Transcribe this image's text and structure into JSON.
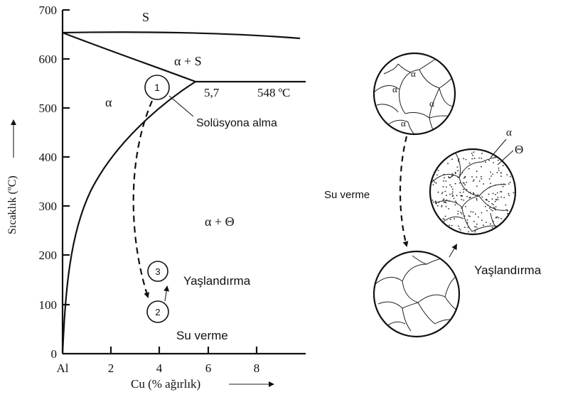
{
  "phase_diagram": {
    "y_axis_label": "Sıcaklık (ºC)",
    "x_axis_label": "Cu (% ağırlık)",
    "y_ticks": [
      "0",
      "100",
      "200",
      "300",
      "400",
      "500",
      "600",
      "700"
    ],
    "x_ticks": [
      "Al",
      "2",
      "4",
      "6",
      "8"
    ],
    "regions": {
      "liquid": "S",
      "alpha_liquid": "α + S",
      "alpha": "α",
      "alpha_theta": "α + Θ"
    },
    "eutectic_composition": "5,7",
    "eutectic_temperature": "548 ºC",
    "steps": {
      "step1": "1",
      "step2": "2",
      "step3": "3",
      "solution_label": "Solüsyona alma",
      "aging_label": "Yaşlandırma",
      "quench_label": "Su verme"
    }
  },
  "microstructures": {
    "alpha_top": "α",
    "alpha_left": "α",
    "alpha_right": "α",
    "alpha_bottom": "α",
    "aged_alpha": "α",
    "aged_theta": "Θ",
    "quench_label": "Su verme",
    "aging_label": "Yaşlandırma"
  },
  "colors": {
    "ink": "#111111",
    "background": "#ffffff"
  }
}
